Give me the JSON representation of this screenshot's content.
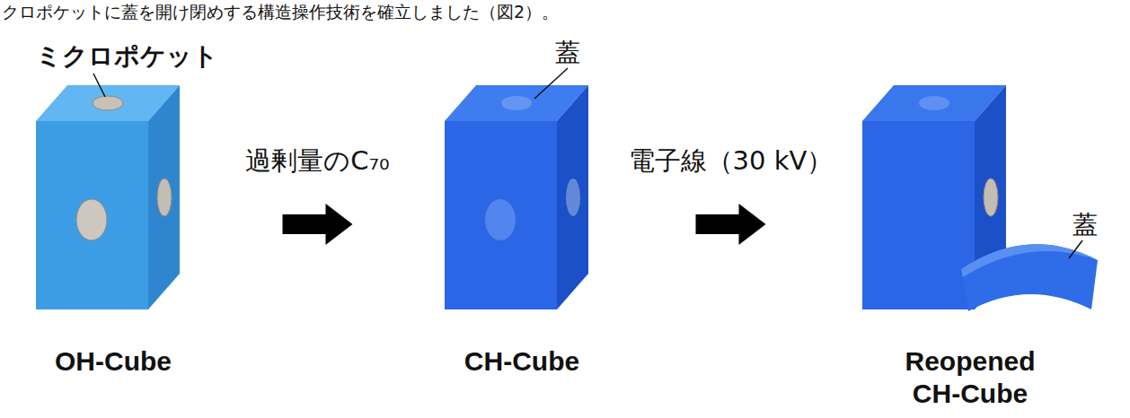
{
  "diagram": {
    "nodes": [
      {
        "text": [
          "OH-Cube"
        ]
      },
      {
        "text": [
          "CH-Cube"
        ]
      },
      {
        "text": [
          "Reopened CH-Cube"
        ]
      }
    ],
    "edges": [
      {
        "from": 0,
        "to": 1,
        "arrow": "to",
        "label": "過剰量のC₇₀"
      },
      {
        "from": 1,
        "to": 2,
        "arrow": "to",
        "label": "電子線（30 kV）"
      }
    ],
    "labels": [
      "クロポケットに蓋を開け閉めする構造操作技術を確立しました（図2）。",
      "ミクロポケット",
      "蓋",
      "蓋"
    ]
  }
}
